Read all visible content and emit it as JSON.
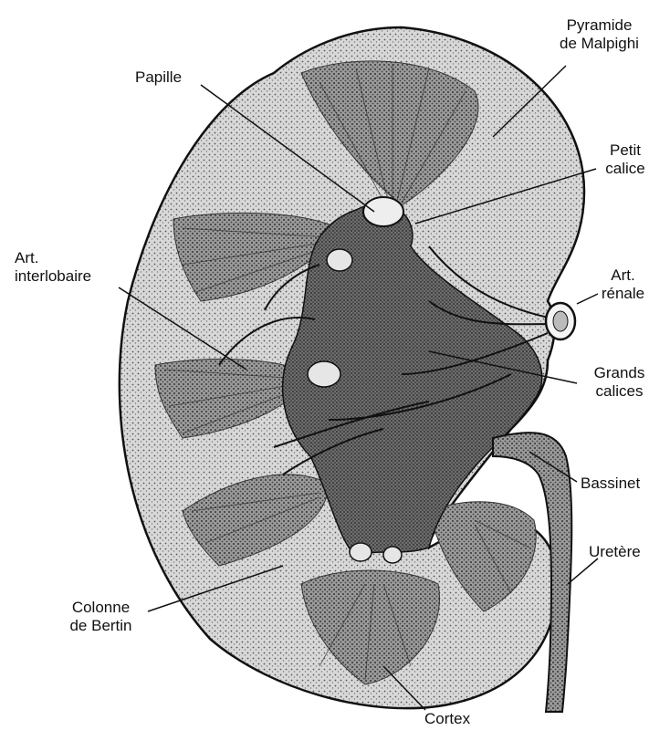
{
  "labels": {
    "pyramide": [
      "Pyramide",
      "de Malpighi"
    ],
    "papille": "Papille",
    "petit_calice": [
      "Petit",
      "calice"
    ],
    "art_interlobaire": [
      "Art.",
      "interlobaire"
    ],
    "art_renale": [
      "Art.",
      "rénale"
    ],
    "grands_calices": [
      "Grands",
      "calices"
    ],
    "bassinet": "Bassinet",
    "uretere": "Uretère",
    "colonne_bertin": [
      "Colonne",
      "de Bertin"
    ],
    "cortex": "Cortex"
  },
  "colors": {
    "ink": "#111111",
    "parenchyma": "#cfcfcf",
    "medulla": "#8a8a8a",
    "sinus": "#5a5a5a",
    "background": "#ffffff"
  }
}
